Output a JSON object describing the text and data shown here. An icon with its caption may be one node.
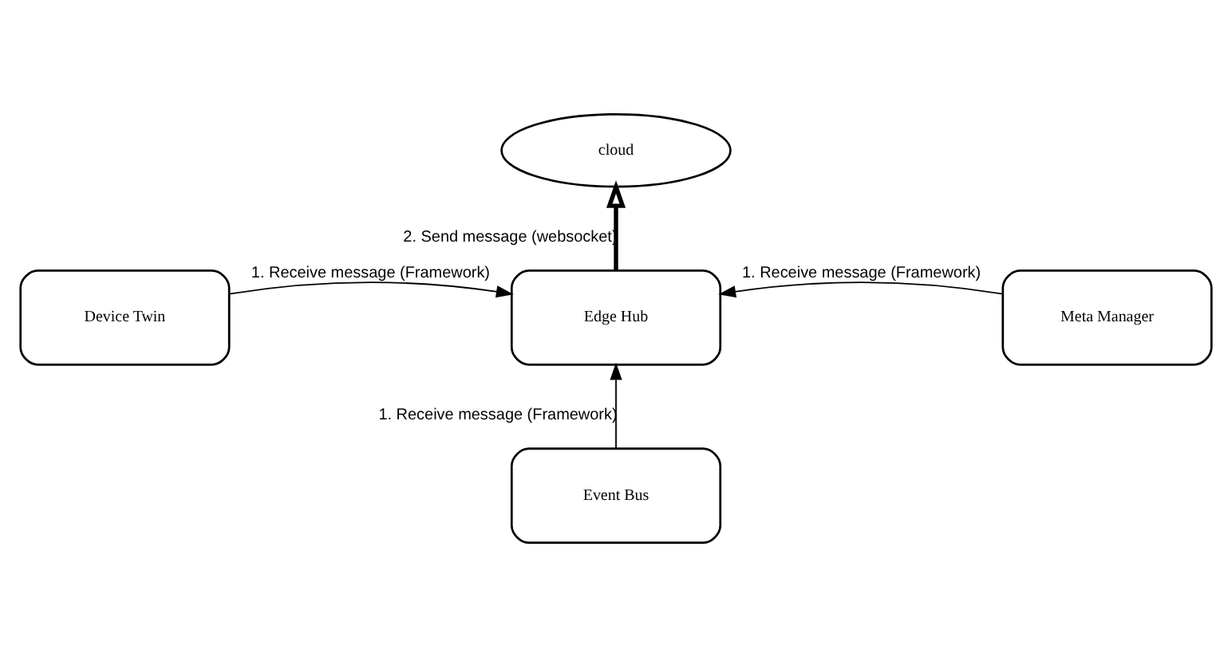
{
  "diagram": {
    "nodes": [
      {
        "text": [
          "cloud"
        ]
      },
      {
        "text": [
          "Device Twin"
        ]
      },
      {
        "text": [
          "Edge Hub"
        ]
      },
      {
        "text": [
          "Meta Manager"
        ]
      },
      {
        "text": [
          "Event Bus"
        ]
      }
    ],
    "edges": [
      {
        "from": 2,
        "to": 0,
        "arrow": "to",
        "label": "2. Send message (websocket)",
        "style": "thick"
      },
      {
        "from": 1,
        "to": 2,
        "arrow": "to",
        "label": "1. Receive message (Framework)"
      },
      {
        "from": 3,
        "to": 2,
        "arrow": "to",
        "label": "1. Receive message (Framework)"
      },
      {
        "from": 4,
        "to": 2,
        "arrow": "to",
        "label": "1. Receive message (Framework)"
      }
    ]
  }
}
